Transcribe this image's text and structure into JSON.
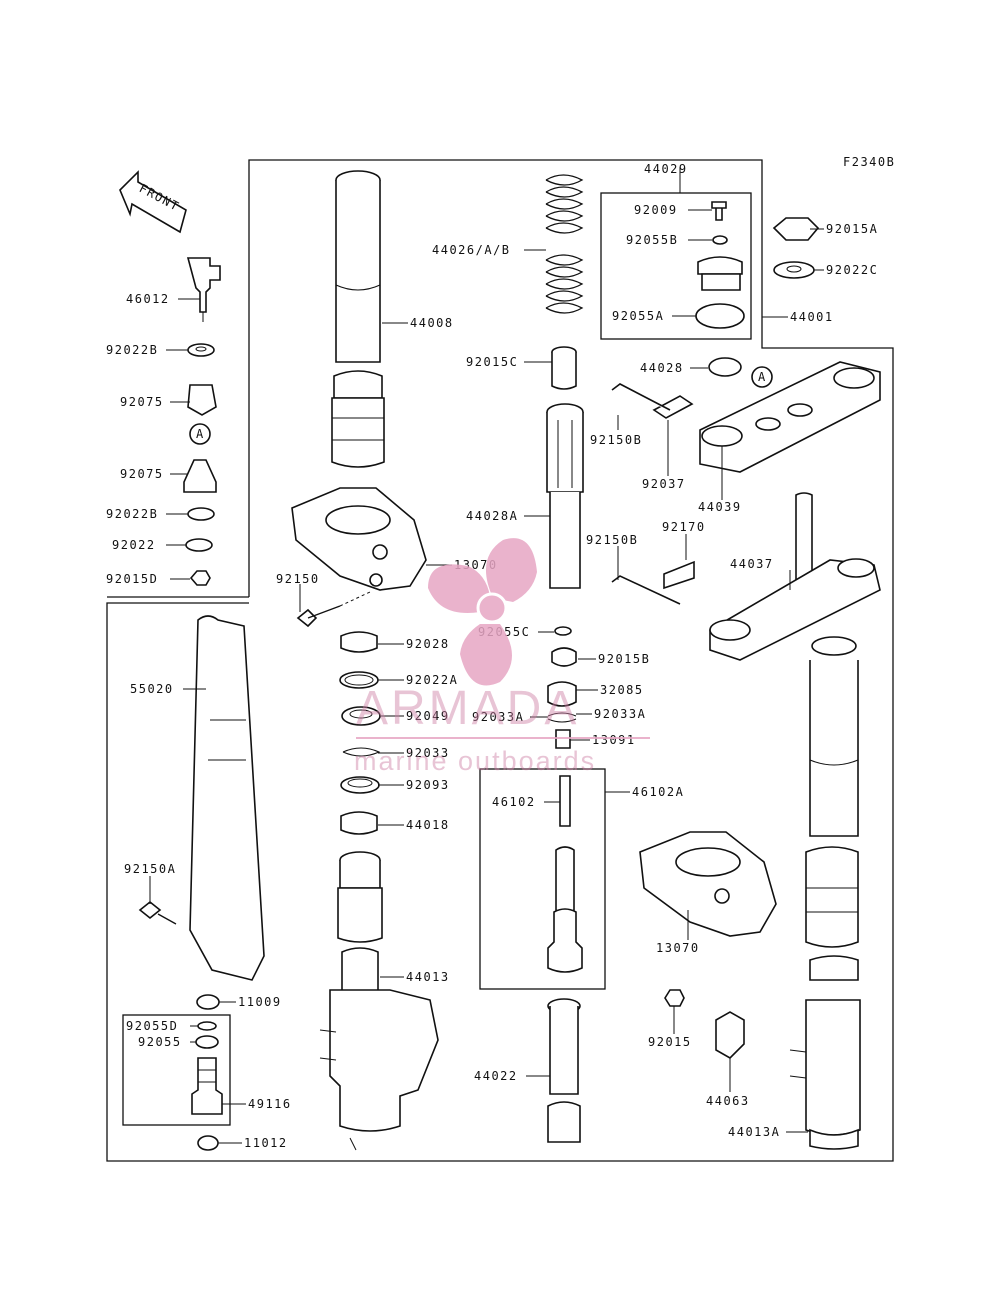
{
  "figure_code": "F2340B",
  "front_label": "FRONT",
  "ref_marker": "A",
  "watermark": {
    "brand": "ARMADA",
    "tagline": "marine outboards",
    "color": "#e7a6c4"
  },
  "part_labels": {
    "p46012": "46012",
    "p92022B_1": "92022B",
    "p92075_1": "92075",
    "p92075_2": "92075",
    "p92022B_2": "92022B",
    "p92022": "92022",
    "p92015D": "92015D",
    "p44008": "44008",
    "p44026": "44026/A/B",
    "p44029": "44029",
    "p92009": "92009",
    "p92055B": "92055B",
    "p92055A": "92055A",
    "p92015A": "92015A",
    "p92022C": "92022C",
    "p44001": "44001",
    "p92015C": "92015C",
    "p44028": "44028",
    "p92150B_1": "92150B",
    "p92037": "92037",
    "p44039": "44039",
    "p44028A": "44028A",
    "p13070_1": "13070",
    "p92150": "92150",
    "p92150B_2": "92150B",
    "p92170": "92170",
    "p44037": "44037",
    "p92028": "92028",
    "p92055C": "92055C",
    "p92015B": "92015B",
    "p55020": "55020",
    "p92022A": "92022A",
    "p32085": "32085",
    "p92049": "92049",
    "p92033A_1": "92033A",
    "p92033A_2": "92033A",
    "p13091": "13091",
    "p92033": "92033",
    "p92093": "92093",
    "p46102": "46102",
    "p46102A": "46102A",
    "p44018": "44018",
    "p92150A": "92150A",
    "p13070_2": "13070",
    "p44013": "44013",
    "p11009": "11009",
    "p92055D": "92055D",
    "p92055": "92055",
    "p92015": "92015",
    "p44022": "44022",
    "p44063": "44063",
    "p49116": "49116",
    "p44013A": "44013A",
    "p11012": "11012"
  }
}
